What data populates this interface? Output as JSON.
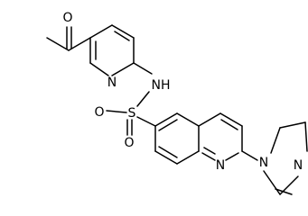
{
  "diagram": {
    "kind": "chemical structure",
    "colors": {
      "bond": "#000000",
      "label": "#000000",
      "background": "#ffffff"
    },
    "atoms": {
      "carbonyl_o": "O",
      "pyridine_n": "N",
      "amide_nh": "NH",
      "sulfur": "S",
      "sulfonyl_o_left": "O",
      "sulfonyl_o_bottom": "O",
      "quinoline_n": "N",
      "piperazine_n1": "N",
      "piperazine_n4": "N"
    }
  }
}
